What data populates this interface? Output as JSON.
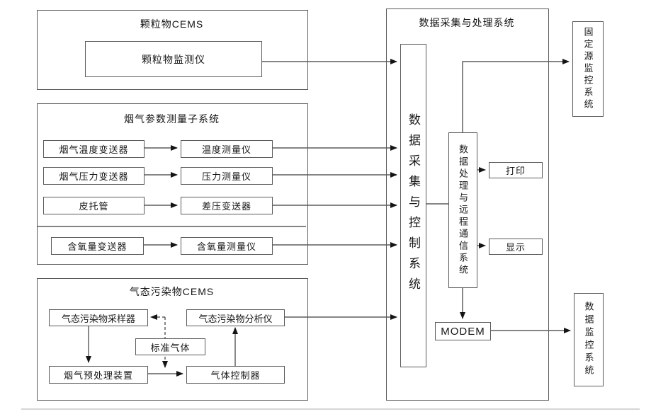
{
  "diagram": {
    "pm_cems": {
      "title": "颗粒物CEMS",
      "monitor": "颗粒物监测仪"
    },
    "flue_gas": {
      "title": "烟气参数测量子系统",
      "rows": [
        {
          "source": "烟气温度变送器",
          "meter": "温度测量仪"
        },
        {
          "source": "烟气压力变送器",
          "meter": "压力测量仪"
        },
        {
          "source": "皮托管",
          "meter": "差压变送器"
        },
        {
          "source": "含氧量变送器",
          "meter": "含氧量测量仪"
        }
      ]
    },
    "gas_cems": {
      "title": "气态污染物CEMS",
      "sampler": "气态污染物采样器",
      "analyzer": "气态污染物分析仪",
      "std_gas": "标准气体",
      "pretreatment": "烟气预处理装置",
      "controller": "气体控制器"
    },
    "main_system": {
      "title": "数据采集与处理系统",
      "daq_control": "数据采集与控制系统",
      "dp_comm": "数据处理与远程通信系统",
      "print": "打印",
      "display": "显示",
      "modem": "MODEM"
    },
    "right_column": {
      "fixed_source": "固定源监控系统",
      "data_monitor": "数据监控系统"
    }
  },
  "colors": {
    "background": "#ffffff",
    "line": "#3c3c3c",
    "border": "#5a5a5a",
    "text": "#171717",
    "arrow": "#141414",
    "page_rule": "#c9c9c9"
  }
}
